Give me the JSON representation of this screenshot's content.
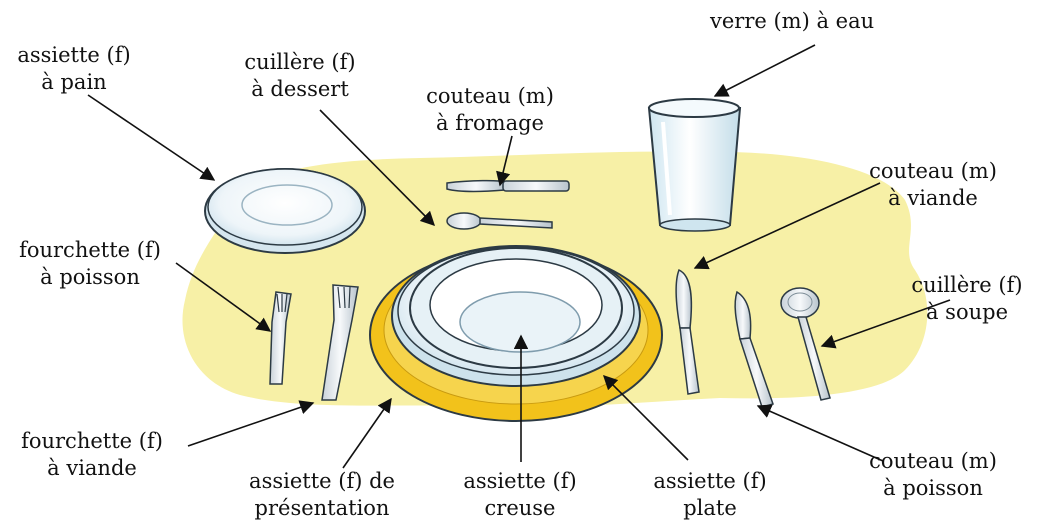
{
  "colors": {
    "tablecloth": "#f7f0a6",
    "charger": "#f2c21b",
    "plate": "#ffffff",
    "plate_shade": "#cfe3ee",
    "outline": "#2c3a44",
    "metal": "#dfe5ea",
    "glass": "#e4f1f7"
  },
  "labels": {
    "assiette_pain": {
      "line1": "assiette (f)",
      "line2": "à pain"
    },
    "cuillere_dessert": {
      "line1": "cuillère (f)",
      "line2": "à dessert"
    },
    "couteau_fromage": {
      "line1": "couteau (m)",
      "line2": "à fromage"
    },
    "verre_eau": {
      "line1": "verre (m) à eau"
    },
    "couteau_viande": {
      "line1": "couteau (m)",
      "line2": "à viande"
    },
    "fourchette_poisson": {
      "line1": "fourchette (f)",
      "line2": "à poisson"
    },
    "cuillere_soupe": {
      "line1": "cuillère (f)",
      "line2": "à soupe"
    },
    "fourchette_viande": {
      "line1": "fourchette (f)",
      "line2": "à viande"
    },
    "assiette_presentation": {
      "line1": "assiette (f) de",
      "line2": "présentation"
    },
    "assiette_creuse": {
      "line1": "assiette (f)",
      "line2": "creuse"
    },
    "assiette_plate": {
      "line1": "assiette (f)",
      "line2": "plate"
    },
    "couteau_poisson": {
      "line1": "couteau (m)",
      "line2": "à poisson"
    }
  }
}
